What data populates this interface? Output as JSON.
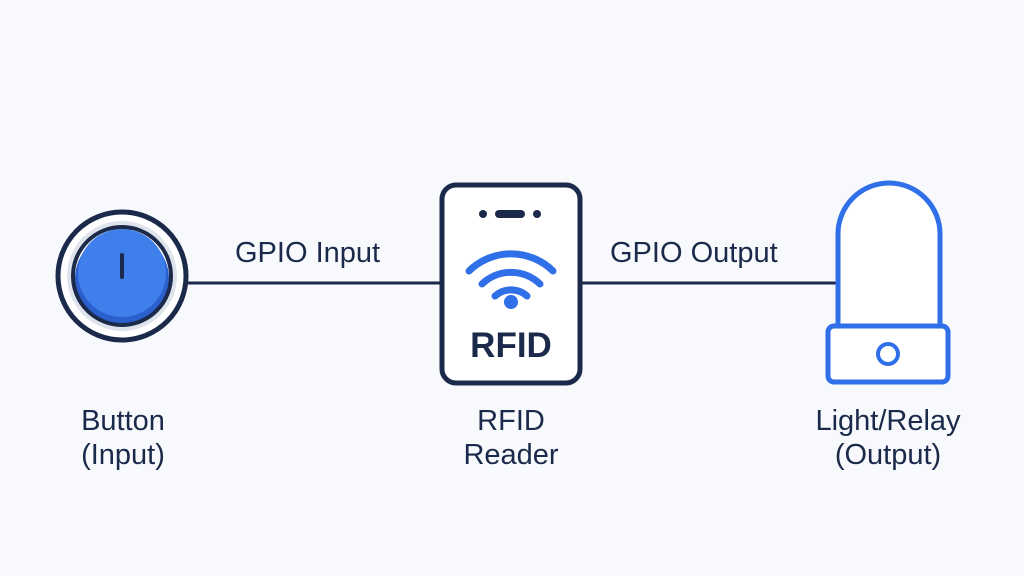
{
  "diagram": {
    "nodes": [
      {
        "id": "button",
        "caption_line1": "Button",
        "caption_line2": "(Input)",
        "icon": "power-button-icon"
      },
      {
        "id": "rfid_reader",
        "caption_line1": "RFID",
        "caption_line2": "Reader",
        "icon": "rfid-reader-icon",
        "device_text": "RFID"
      },
      {
        "id": "light_relay",
        "caption_line1": "Light/Relay",
        "caption_line2": "(Output)",
        "icon": "light-relay-icon"
      }
    ],
    "edges": [
      {
        "from": "button",
        "to": "rfid_reader",
        "label": "GPIO Input"
      },
      {
        "from": "rfid_reader",
        "to": "light_relay",
        "label": "GPIO Output"
      }
    ],
    "colors": {
      "accent_blue": "#2f6fe8",
      "dark_navy": "#1b2a4a",
      "background": "#f7f9fc"
    }
  }
}
